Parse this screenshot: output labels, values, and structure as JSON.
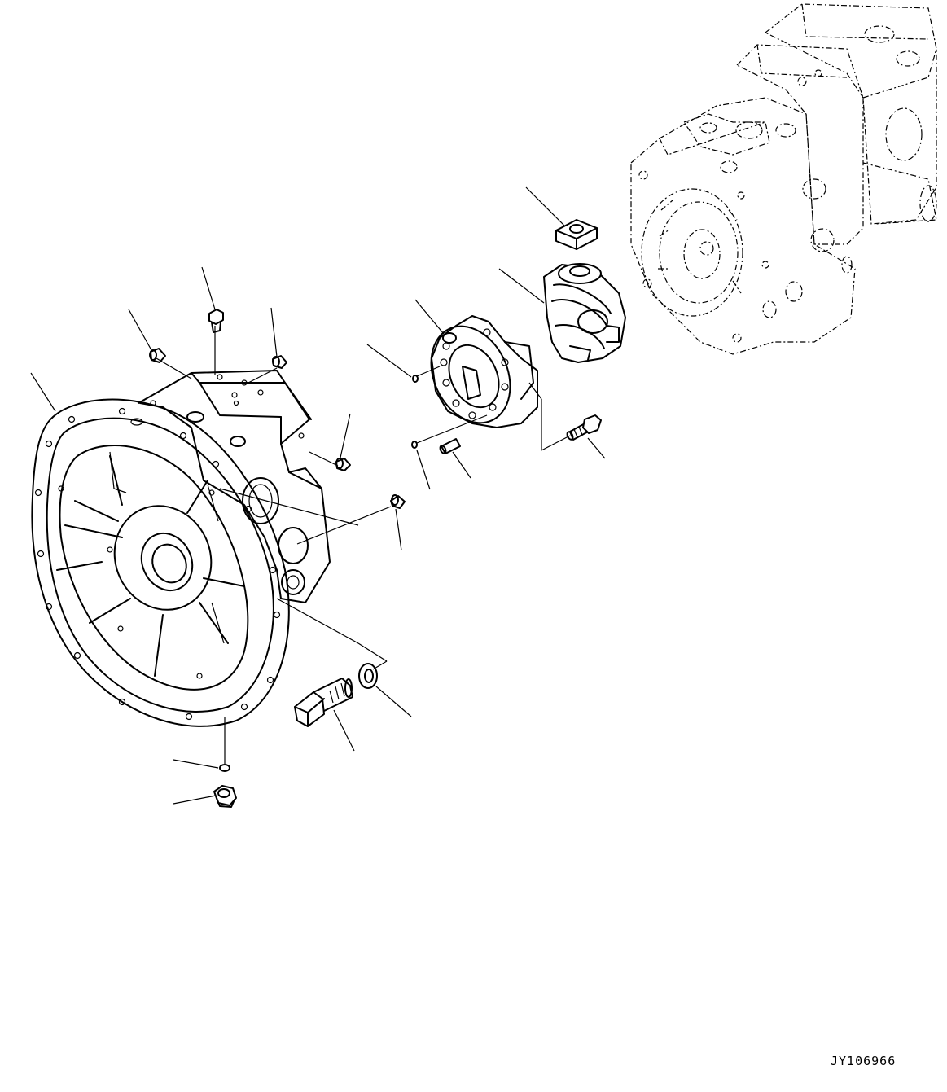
{
  "drawing": {
    "id": "JY106966"
  },
  "parts": [
    {
      "name": "pump-case"
    },
    {
      "name": "plug-top-center"
    },
    {
      "name": "plug-top-left"
    },
    {
      "name": "plug-top-right"
    },
    {
      "name": "plug-side"
    },
    {
      "name": "plug-front"
    },
    {
      "name": "gasket-plate"
    },
    {
      "name": "swash-bracket"
    },
    {
      "name": "servo-piston"
    },
    {
      "name": "o-ring-small"
    },
    {
      "name": "o-ring-lower"
    },
    {
      "name": "dowel-pin"
    },
    {
      "name": "bolt-small"
    },
    {
      "name": "washer"
    },
    {
      "name": "mounting-bolt"
    },
    {
      "name": "o-ring-bottom"
    },
    {
      "name": "plug-bottom"
    },
    {
      "name": "main-pump-assembly"
    }
  ]
}
